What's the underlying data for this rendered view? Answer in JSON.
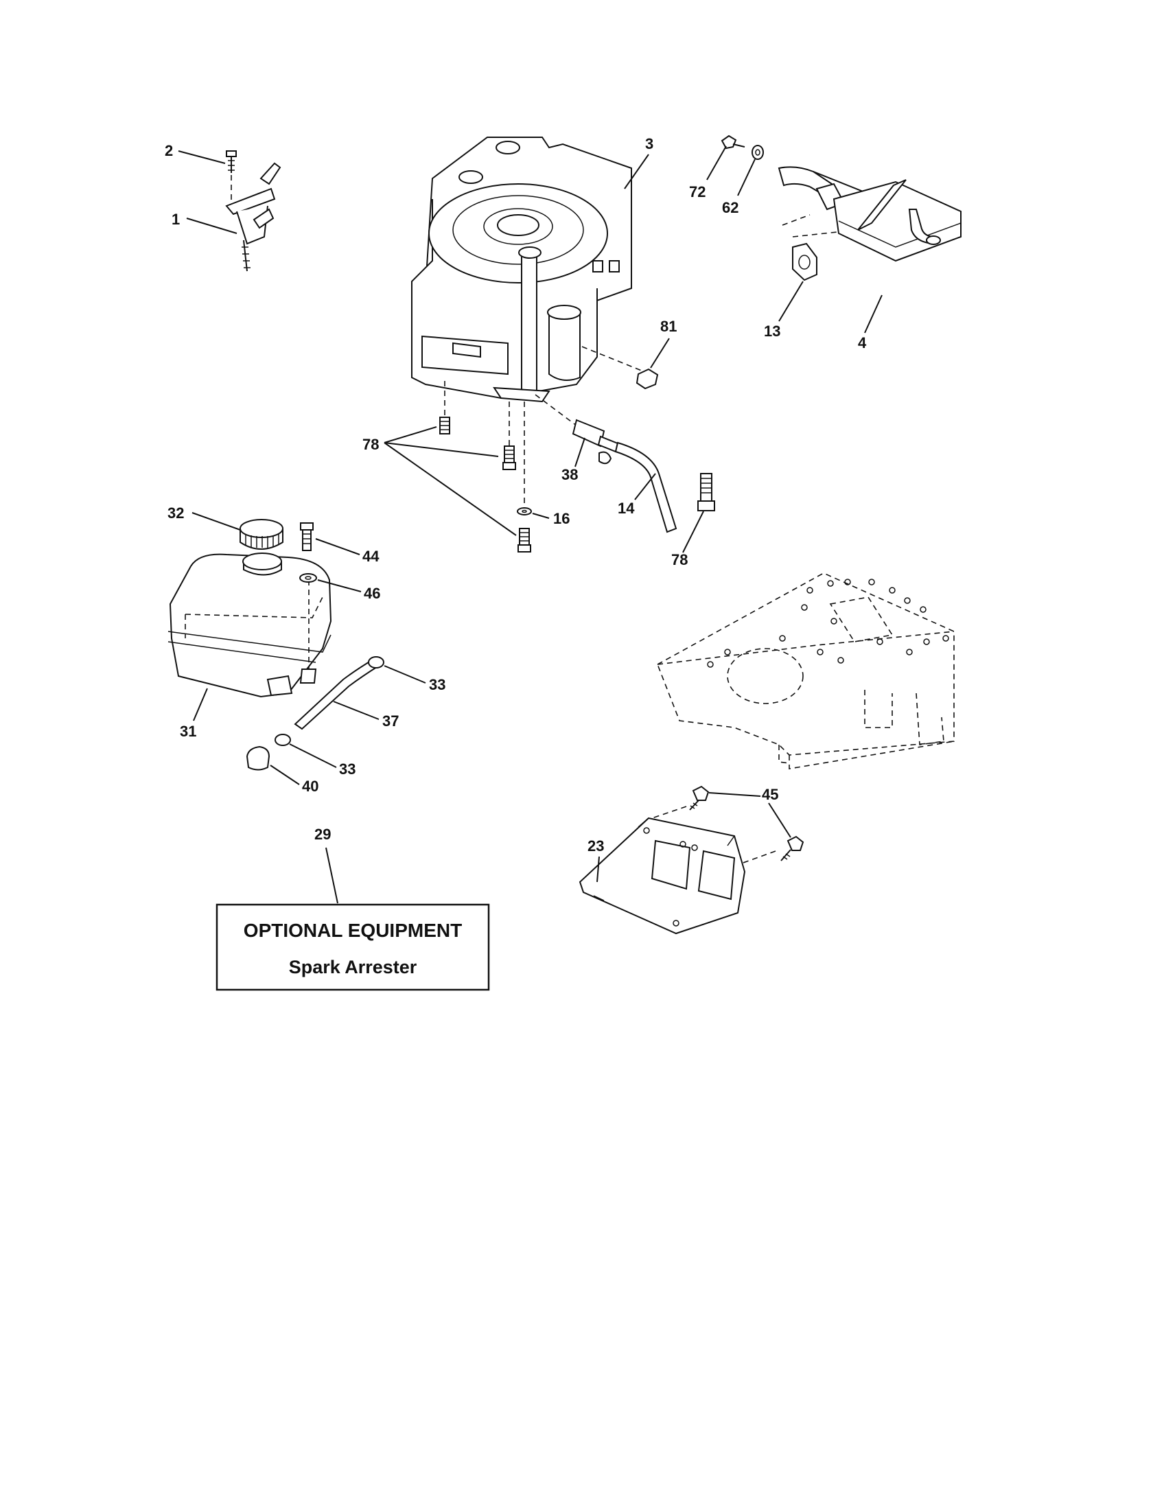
{
  "callouts": {
    "c1": "1",
    "c2": "2",
    "c3": "3",
    "c4": "4",
    "c13": "13",
    "c14": "14",
    "c16": "16",
    "c23": "23",
    "c29": "29",
    "c31": "31",
    "c32": "32",
    "c33a": "33",
    "c33b": "33",
    "c37": "37",
    "c38": "38",
    "c40": "40",
    "c44": "44",
    "c45": "45",
    "c46": "46",
    "c62": "62",
    "c72": "72",
    "c78a": "78",
    "c78b": "78",
    "c81": "81"
  },
  "optional_box": {
    "title": "OPTIONAL EQUIPMENT",
    "item": "Spark Arrester"
  }
}
